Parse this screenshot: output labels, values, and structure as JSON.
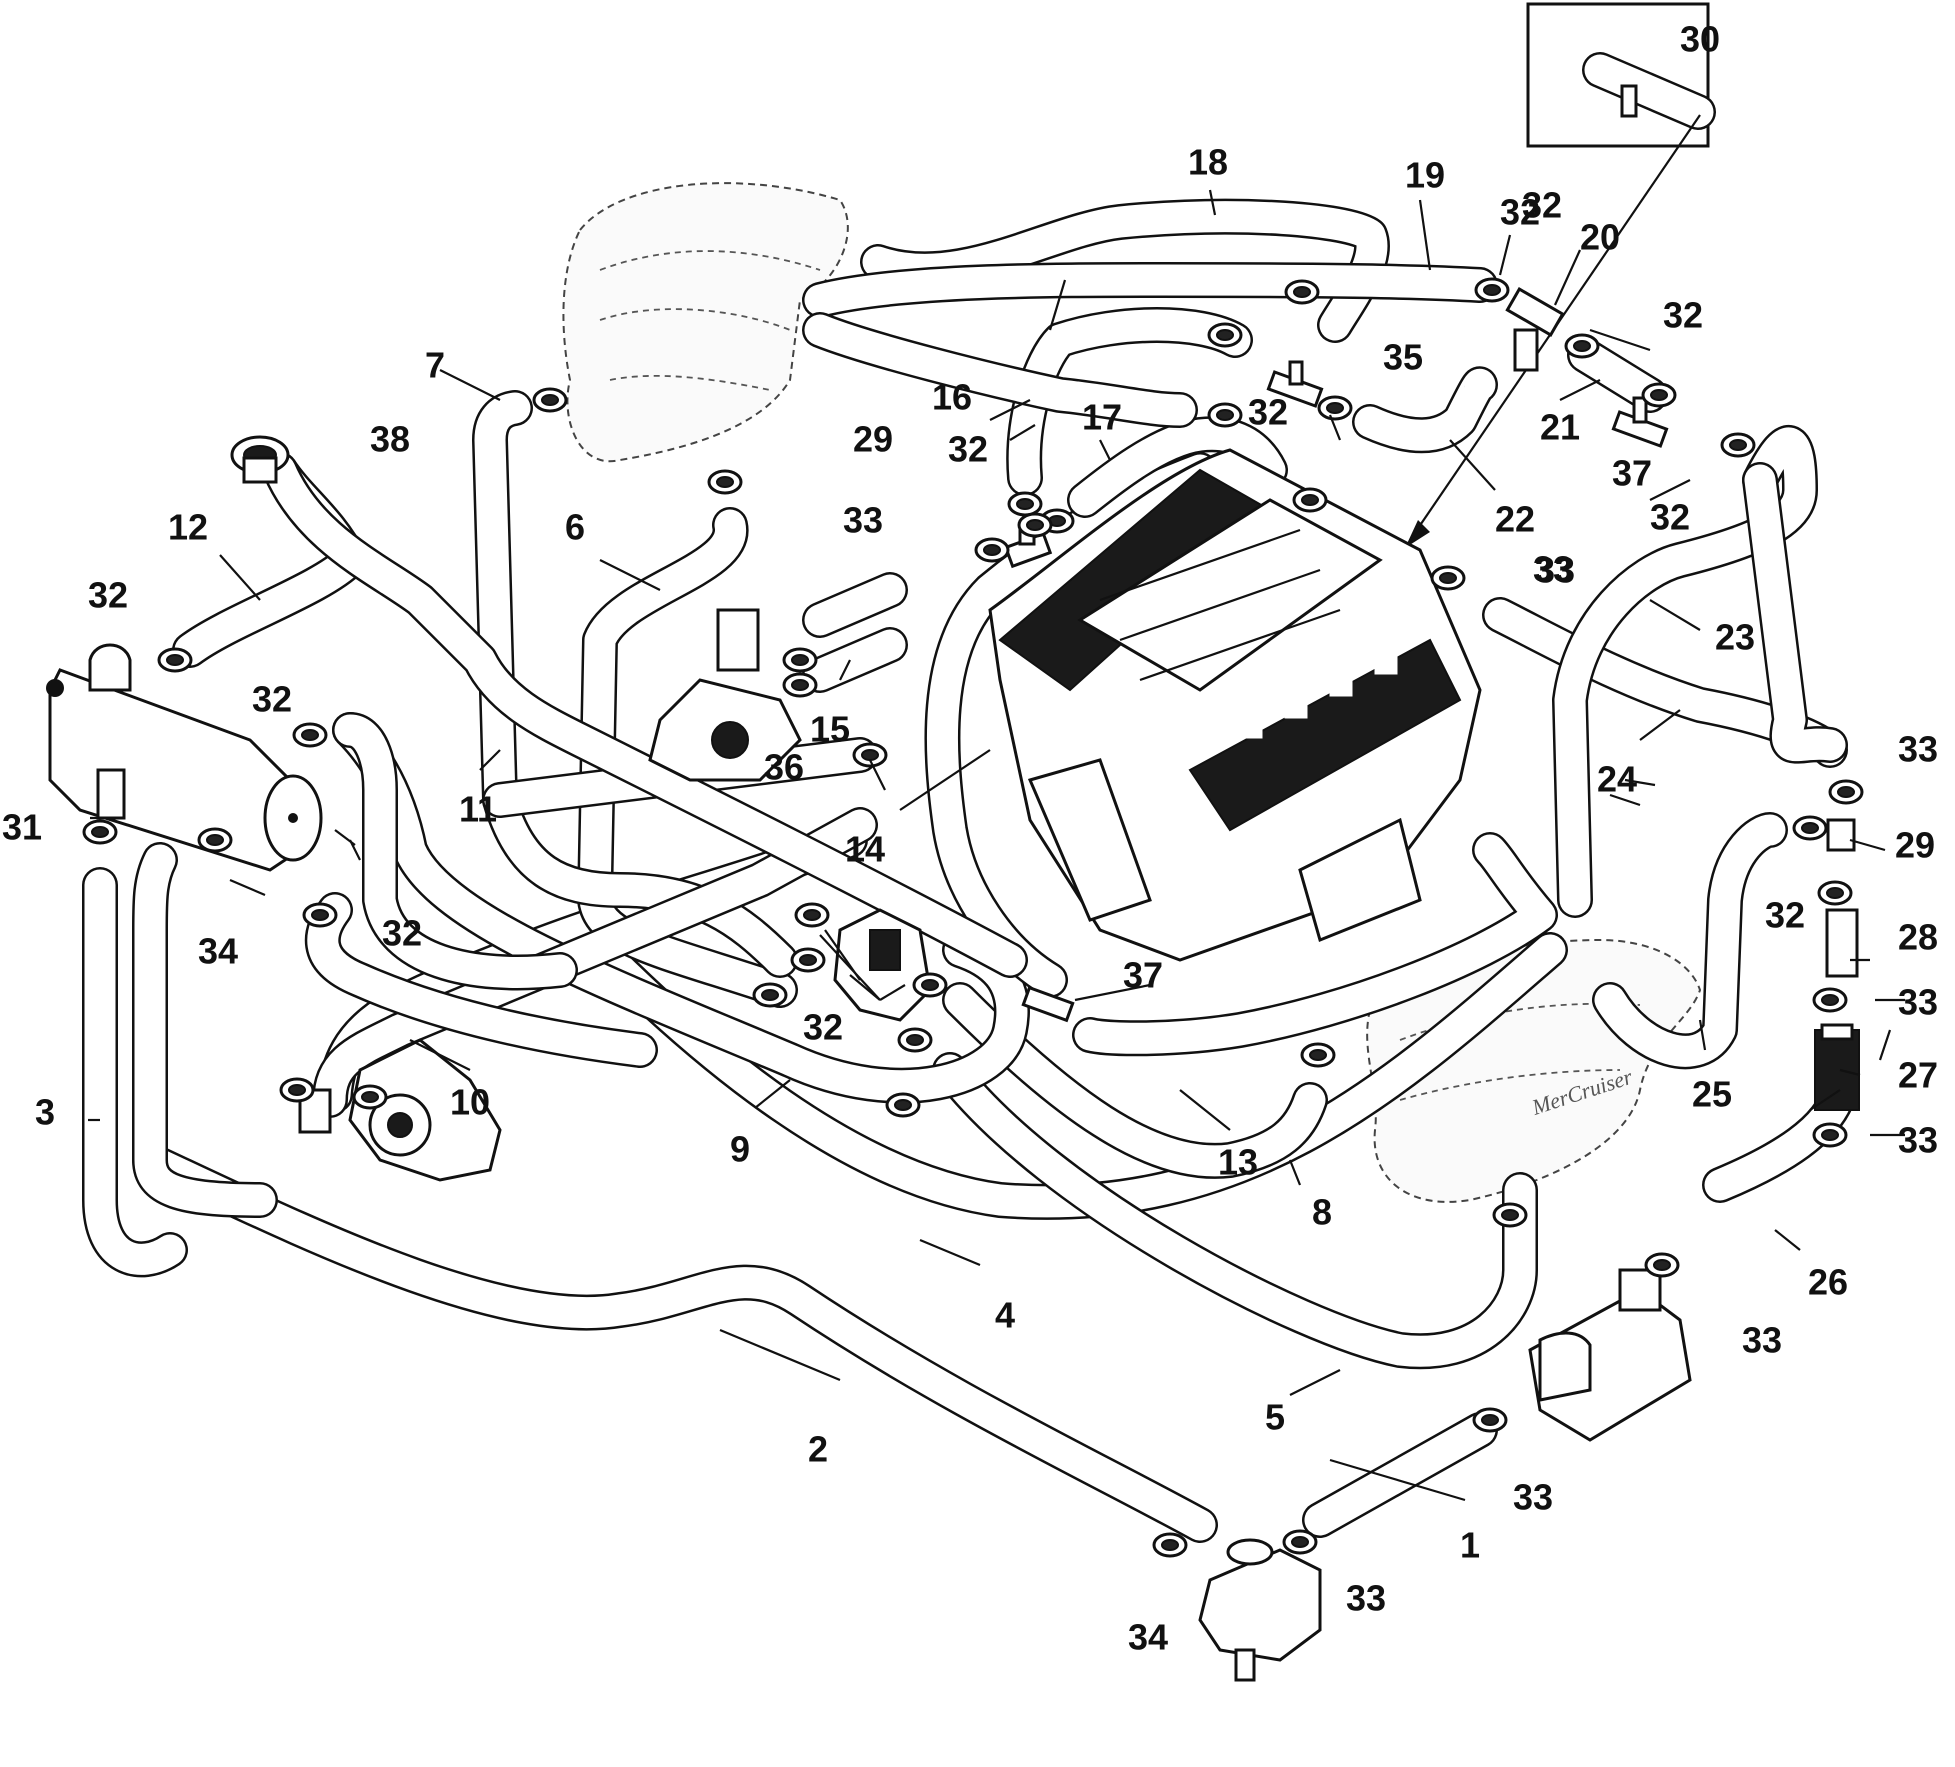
{
  "diagram": {
    "callouts": [
      {
        "id": "c1",
        "label": "1"
      },
      {
        "id": "c2",
        "label": "2"
      },
      {
        "id": "c3",
        "label": "3"
      },
      {
        "id": "c4",
        "label": "4"
      },
      {
        "id": "c5",
        "label": "5"
      },
      {
        "id": "c6",
        "label": "6"
      },
      {
        "id": "c7",
        "label": "7"
      },
      {
        "id": "c8",
        "label": "8"
      },
      {
        "id": "c9",
        "label": "9"
      },
      {
        "id": "c10",
        "label": "10"
      },
      {
        "id": "c11",
        "label": "11"
      },
      {
        "id": "c12",
        "label": "12"
      },
      {
        "id": "c13",
        "label": "13"
      },
      {
        "id": "c14",
        "label": "14"
      },
      {
        "id": "c15",
        "label": "15"
      },
      {
        "id": "c16",
        "label": "16"
      },
      {
        "id": "c17",
        "label": "17"
      },
      {
        "id": "c18",
        "label": "18"
      },
      {
        "id": "c19",
        "label": "19"
      },
      {
        "id": "c20",
        "label": "20"
      },
      {
        "id": "c21",
        "label": "21"
      },
      {
        "id": "c22",
        "label": "22"
      },
      {
        "id": "c23",
        "label": "23"
      },
      {
        "id": "c24",
        "label": "24"
      },
      {
        "id": "c25",
        "label": "25"
      },
      {
        "id": "c26",
        "label": "26"
      },
      {
        "id": "c27",
        "label": "27"
      },
      {
        "id": "c28",
        "label": "28"
      },
      {
        "id": "c29a",
        "label": "29"
      },
      {
        "id": "c29b",
        "label": "29"
      },
      {
        "id": "c30",
        "label": "30"
      },
      {
        "id": "c31",
        "label": "31"
      },
      {
        "id": "c32a",
        "label": "32"
      },
      {
        "id": "c32b",
        "label": "32"
      },
      {
        "id": "c32c",
        "label": "32"
      },
      {
        "id": "c32d",
        "label": "32"
      },
      {
        "id": "c32e",
        "label": "32"
      },
      {
        "id": "c32f",
        "label": "32"
      },
      {
        "id": "c32g",
        "label": "32"
      },
      {
        "id": "c32h",
        "label": "32"
      },
      {
        "id": "c32i",
        "label": "32"
      },
      {
        "id": "c32j",
        "label": "32"
      },
      {
        "id": "c32k",
        "label": "32"
      },
      {
        "id": "c33a",
        "label": "33"
      },
      {
        "id": "c33b",
        "label": "33"
      },
      {
        "id": "c33c",
        "label": "33"
      },
      {
        "id": "c33d",
        "label": "33"
      },
      {
        "id": "c33e",
        "label": "33"
      },
      {
        "id": "c33f",
        "label": "33"
      },
      {
        "id": "c33g",
        "label": "33"
      },
      {
        "id": "c33h",
        "label": "33"
      },
      {
        "id": "c33i",
        "label": "33"
      },
      {
        "id": "c34a",
        "label": "34"
      },
      {
        "id": "c34b",
        "label": "34"
      },
      {
        "id": "c35",
        "label": "35"
      },
      {
        "id": "c36",
        "label": "36"
      },
      {
        "id": "c37a",
        "label": "37"
      },
      {
        "id": "c37b",
        "label": "37"
      },
      {
        "id": "c38",
        "label": "38"
      }
    ],
    "brand_mark": "MerCruiser"
  }
}
